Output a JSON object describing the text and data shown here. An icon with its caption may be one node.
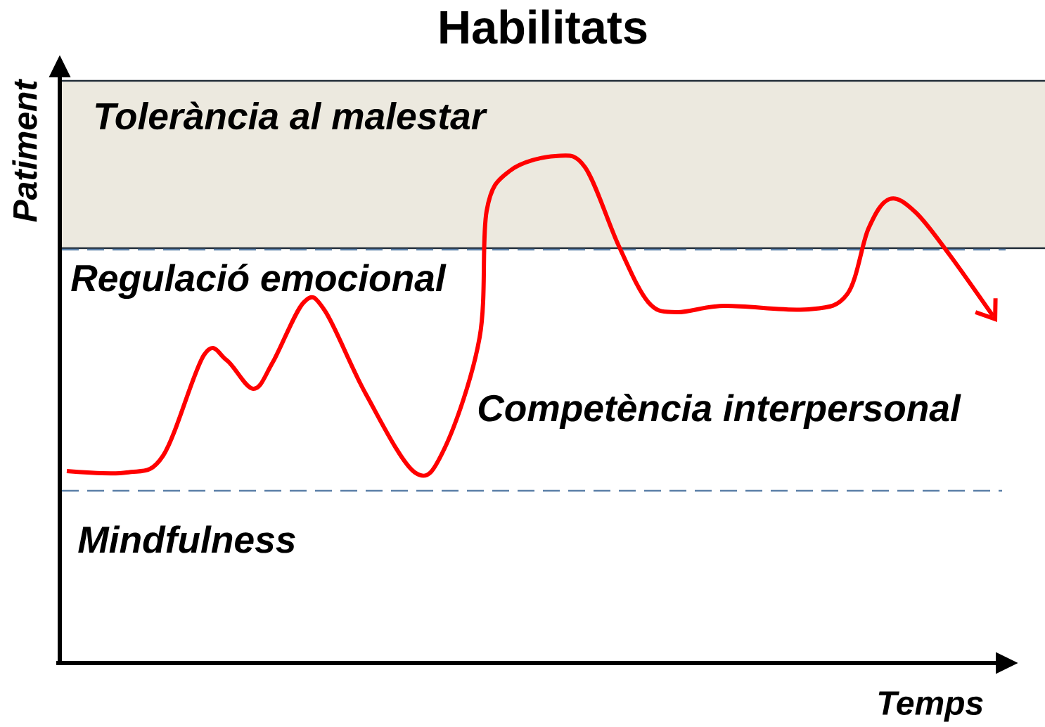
{
  "diagram": {
    "title": "Habilitats",
    "nodes": [
      {
        "text": [
          "Tolerància al malestar"
        ]
      }
    ],
    "labels": [
      "Patiment",
      "Regulació emocional",
      "Competència interpersonal",
      "Mindfulness",
      "Temps"
    ]
  }
}
